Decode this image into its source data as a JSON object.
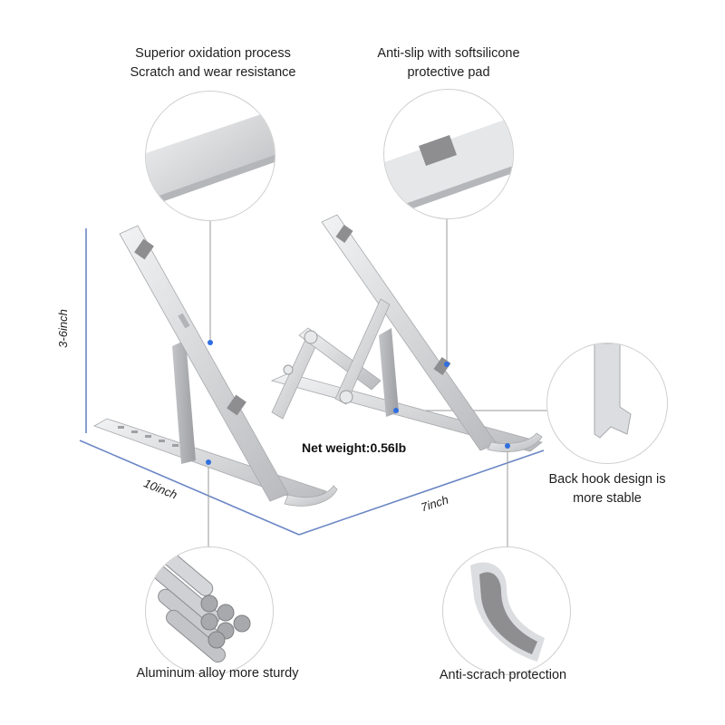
{
  "callouts": {
    "top_left": {
      "line1": "Superior oxidation process",
      "line2": "Scratch and wear resistance"
    },
    "top_right": {
      "line1": "Anti-slip with softsilicone",
      "line2": "protective pad"
    },
    "right": {
      "line1": "Back hook design is",
      "line2": "more stable"
    },
    "bottom_left": {
      "line1": "Aluminum alloy more sturdy"
    },
    "bottom_right": {
      "line1": "Anti-scrach protection"
    }
  },
  "dimensions": {
    "height": "3-6inch",
    "length": "10inch",
    "width": "7inch"
  },
  "net_weight": "Net weight:0.56lb",
  "colors": {
    "dimension_line": "#6b86c4",
    "leader_line": "#9a9a9a",
    "marker_dot": "#2f6fe0",
    "aluminum": "#d9dadc",
    "pad": "#8e8e90"
  }
}
